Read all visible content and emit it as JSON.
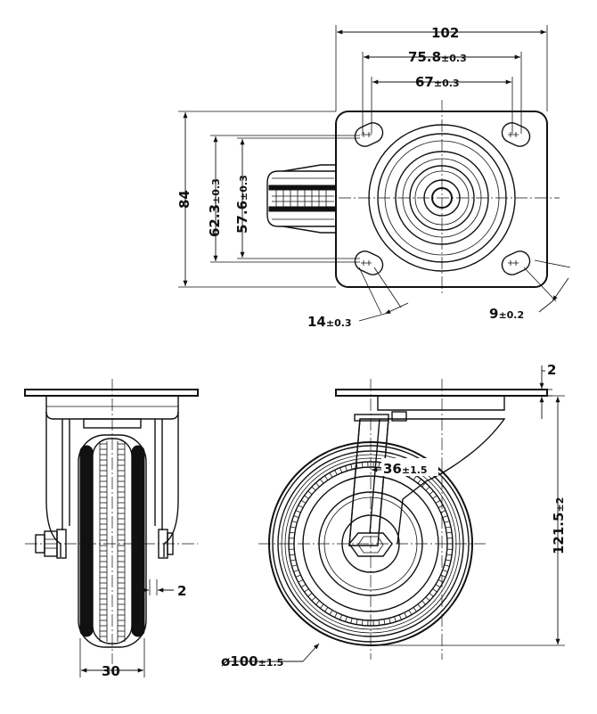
{
  "top_view": {
    "dim_width": "102",
    "dim_bolt_outer_main": "75.8",
    "dim_bolt_outer_tol": "±0.3",
    "dim_bolt_inner_main": "67",
    "dim_bolt_inner_tol": "±0.3",
    "dim_height": "84",
    "dim_bolt_v_outer_main": "62.3",
    "dim_bolt_v_outer_tol": "±0.3",
    "dim_bolt_v_inner_main": "57.6",
    "dim_bolt_v_inner_tol": "±0.3",
    "dim_slot_main": "14",
    "dim_slot_tol": "±0.3",
    "dim_hole_main": "9",
    "dim_hole_tol": "±0.2"
  },
  "front_view": {
    "dim_wheel_width": "30",
    "dim_fork_gap": "2"
  },
  "side_view": {
    "dim_plate_thickness": "2",
    "dim_total_height_main": "121.5",
    "dim_total_height_tol": "±2",
    "dim_offset_main": "36",
    "dim_offset_tol": "±1.5",
    "dim_diameter_main": "ø100",
    "dim_diameter_tol": "±1.5"
  }
}
